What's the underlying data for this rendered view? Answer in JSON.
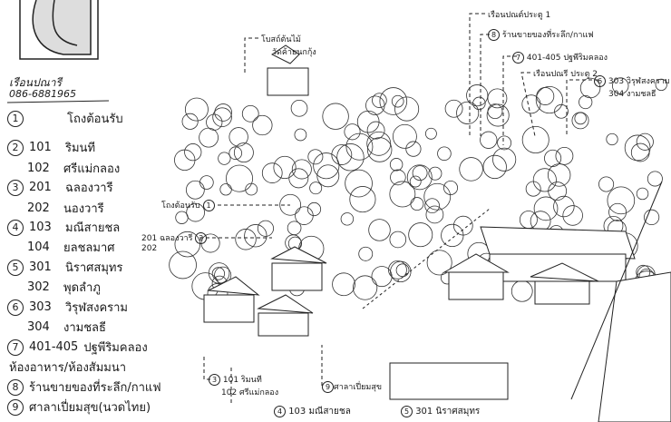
{
  "logo": {
    "name": "เรือนปณารี",
    "phone": "086-6881965"
  },
  "legend": [
    {
      "marker": "1",
      "entries": [
        {
          "code": "",
          "name": "โถงต้อนรับ"
        }
      ]
    },
    {
      "marker": "2",
      "entries": [
        {
          "code": "101",
          "name": "ริมนที"
        },
        {
          "code": "102",
          "name": "ศรีแม่กลอง"
        }
      ]
    },
    {
      "marker": "3",
      "entries": [
        {
          "code": "201",
          "name": "ฉลองวารี"
        },
        {
          "code": "202",
          "name": "นองวารี"
        }
      ]
    },
    {
      "marker": "4",
      "entries": [
        {
          "code": "103",
          "name": "มณีสายชล"
        },
        {
          "code": "104",
          "name": "ยลชลมาศ"
        }
      ]
    },
    {
      "marker": "5",
      "entries": [
        {
          "code": "301",
          "name": "นิราศสมุทร"
        },
        {
          "code": "302",
          "name": "พุดลำภู"
        }
      ]
    },
    {
      "marker": "6",
      "entries": [
        {
          "code": "303",
          "name": "วิรุฬสงคราม"
        },
        {
          "code": "304",
          "name": "งามชลธี"
        }
      ]
    },
    {
      "marker": "7",
      "entries": [
        {
          "code": "401-405",
          "name": "ปฐพีริมคลอง"
        },
        {
          "code": "",
          "name": "ห้องอาหาร/ห้องสัมมนา"
        }
      ]
    },
    {
      "marker": "8",
      "entries": [
        {
          "code": "",
          "name": "ร้านขายของที่ระลึก/กาแฟ"
        }
      ]
    },
    {
      "marker": "9",
      "entries": [
        {
          "code": "",
          "name": "ศาลาเปี่ยมสุข(นวดไทย)"
        }
      ]
    }
  ],
  "map_labels": {
    "temple": {
      "line1": "โบสถ์ต้นไม้",
      "line2": "วัดค้ายนกกุ้ง"
    },
    "gate1": "เรือนปณต์ประตู 1",
    "shop": {
      "marker": "8",
      "text": "ร้านขายของที่ระลึก/กาแฟ"
    },
    "riverside": {
      "marker": "7",
      "text": "401-405 ปฐพีริมคลอง"
    },
    "gate2": "เรือนปณรี ประตู 2",
    "rooms6": {
      "marker": "6",
      "line1": "303 วิรุฬสงคราม",
      "line2": "304 งามชลธี"
    },
    "lobby": {
      "marker": "1",
      "text": "โถงต้อนรับ"
    },
    "rooms3": {
      "marker": "2",
      "line1": "201 ฉลองวารี",
      "line2": "202"
    },
    "rooms2": {
      "marker": "3",
      "line1": "101 ริมนที",
      "line2": "102 ศรีแม่กลอง"
    },
    "sala": {
      "marker": "9",
      "text": "ศาลาเปี่ยมสุข"
    },
    "rooms4": {
      "marker": "4",
      "text": "103 มณีสายชล"
    },
    "rooms5": {
      "marker": "5",
      "text": "301 นิราศสมุทร"
    }
  }
}
